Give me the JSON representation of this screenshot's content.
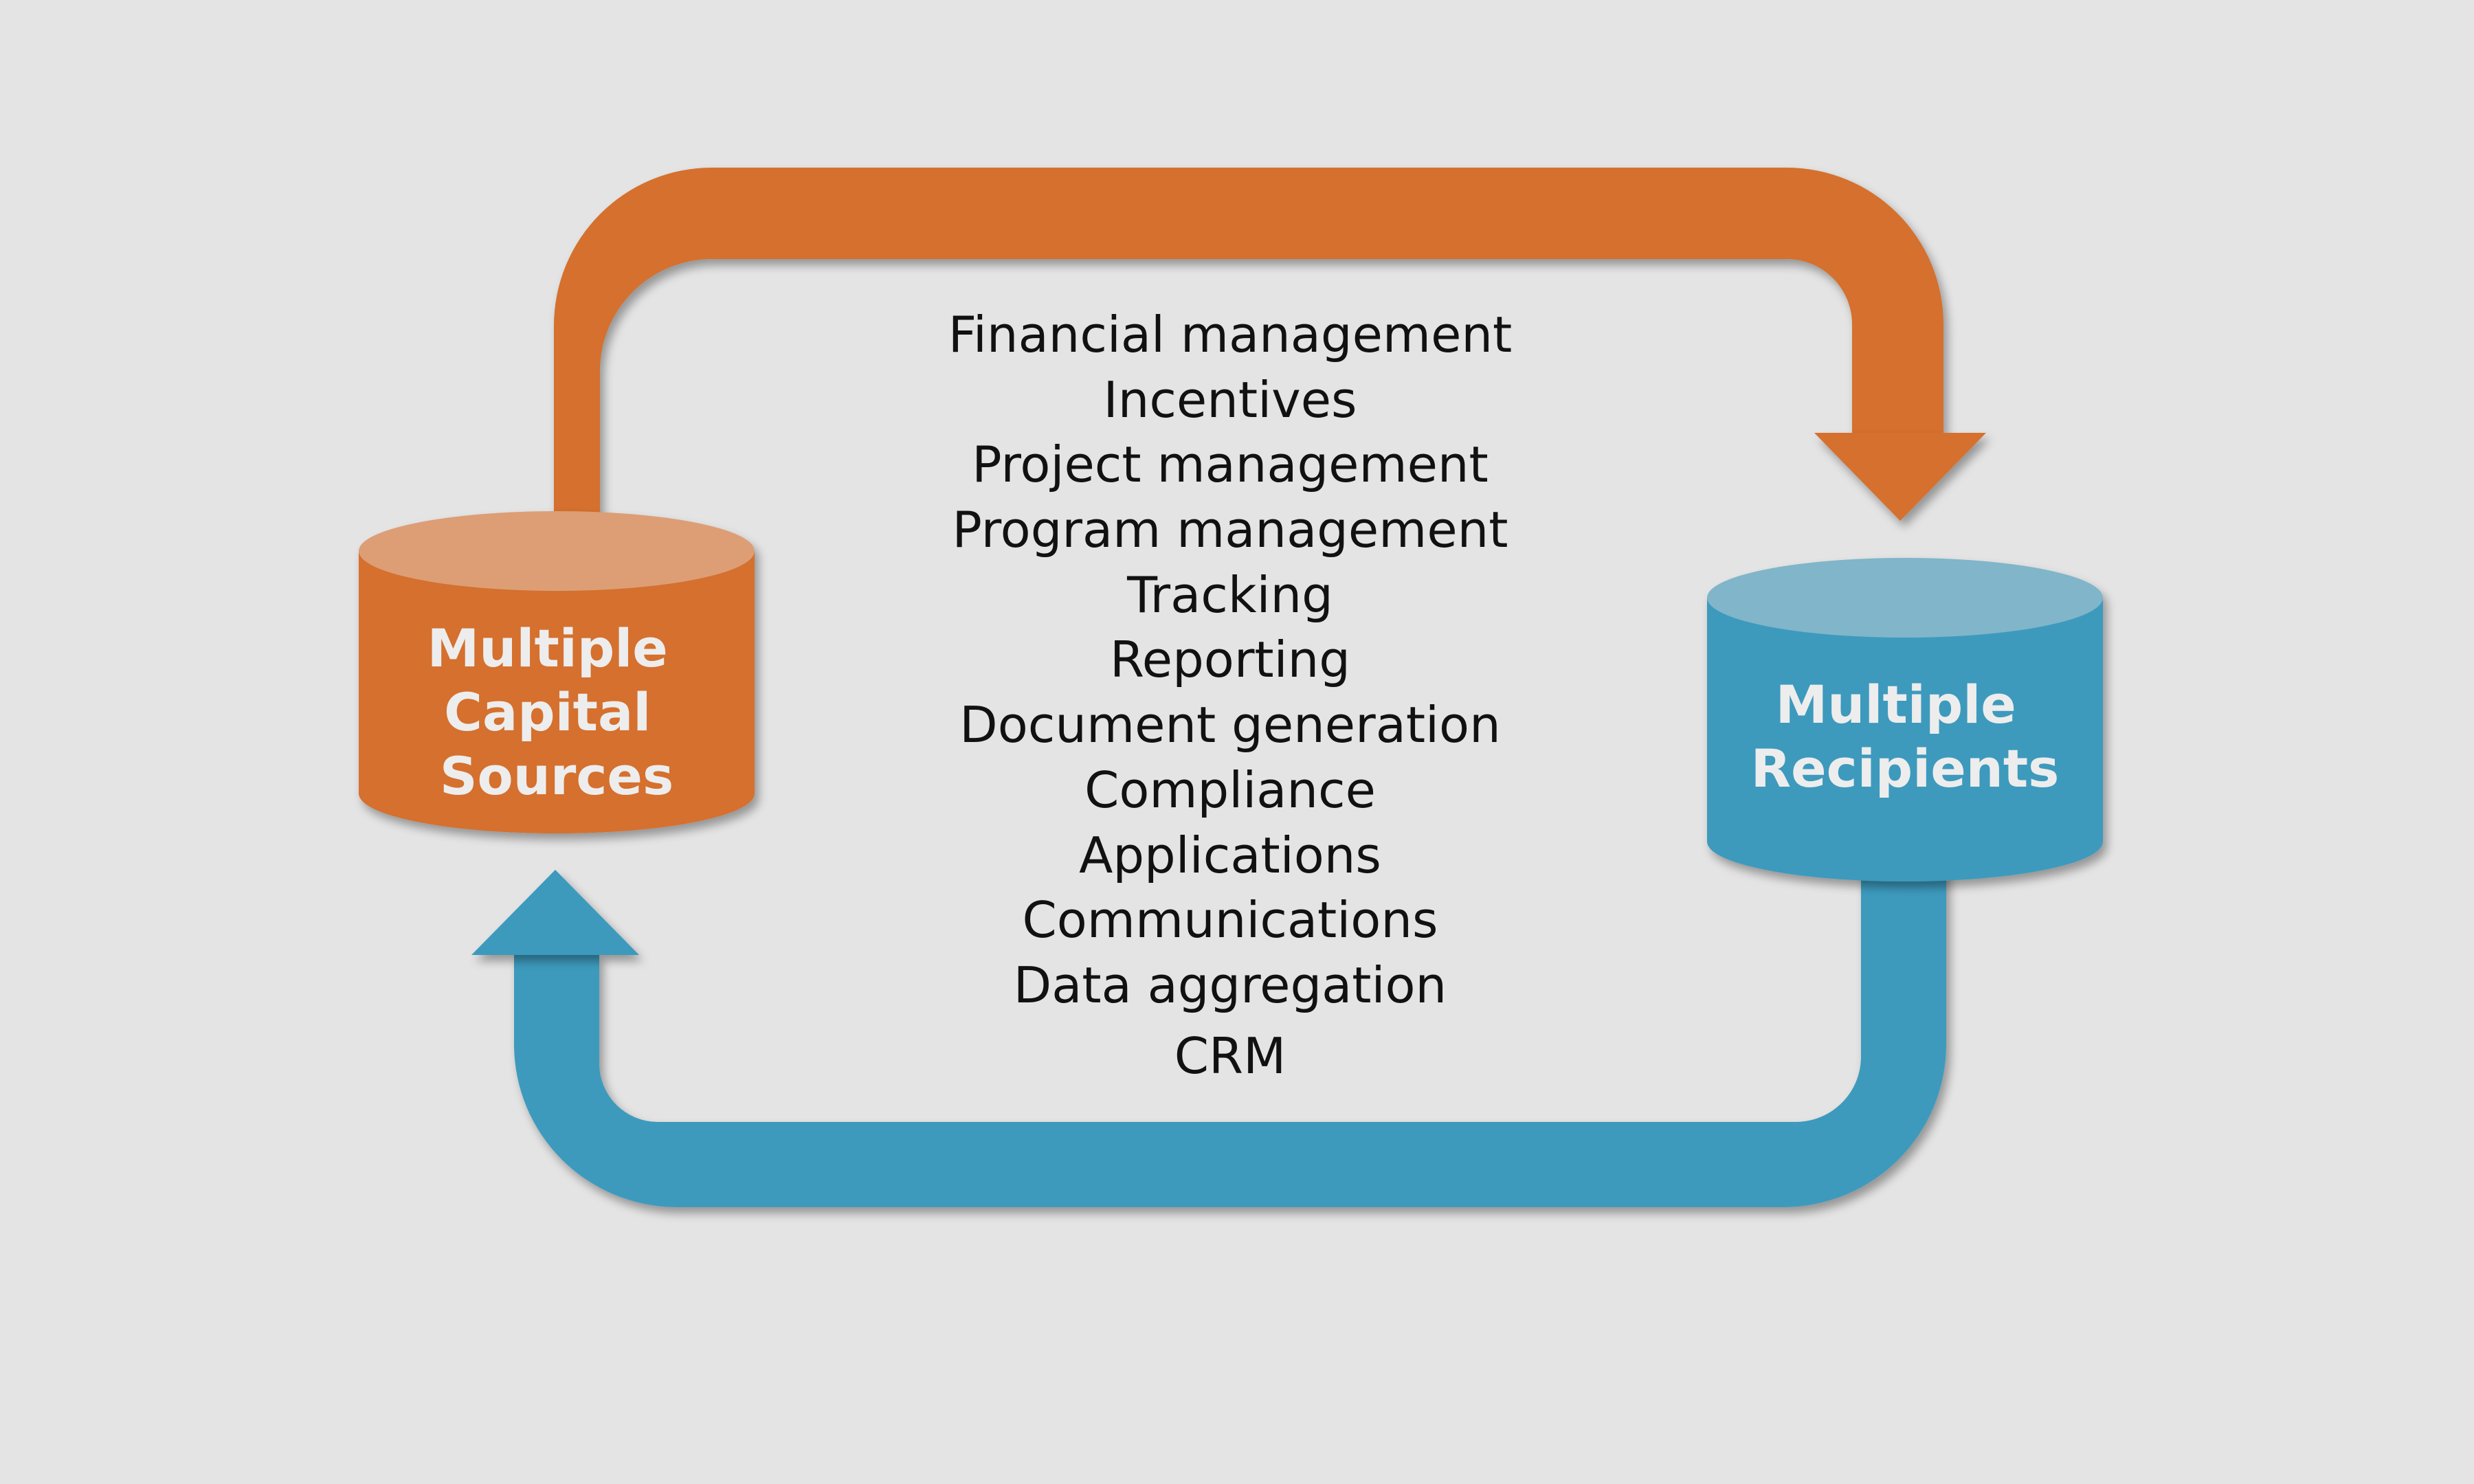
{
  "colors": {
    "background": "#e4e4e4",
    "orange": "#d5702f",
    "orange_top": "#dd9e74",
    "blue": "#3e9abd",
    "blue_top": "#80b5ca",
    "label_text": "#ededed",
    "list_text": "#111111"
  },
  "capital_sources": {
    "lines": [
      "Multiple",
      "Capital",
      "Sources"
    ]
  },
  "recipients": {
    "lines": [
      "Multiple",
      "Recipients"
    ]
  },
  "services": [
    "Financial management",
    "Incentives",
    "Project management",
    "Program management",
    "Tracking",
    "Reporting",
    "Document generation",
    "Compliance",
    "Applications",
    "Communications",
    "Data aggregation",
    "CRM"
  ],
  "flows": [
    {
      "from": "capital-sources",
      "to": "recipients",
      "color": "orange"
    },
    {
      "from": "recipients",
      "to": "capital-sources",
      "color": "blue"
    }
  ]
}
